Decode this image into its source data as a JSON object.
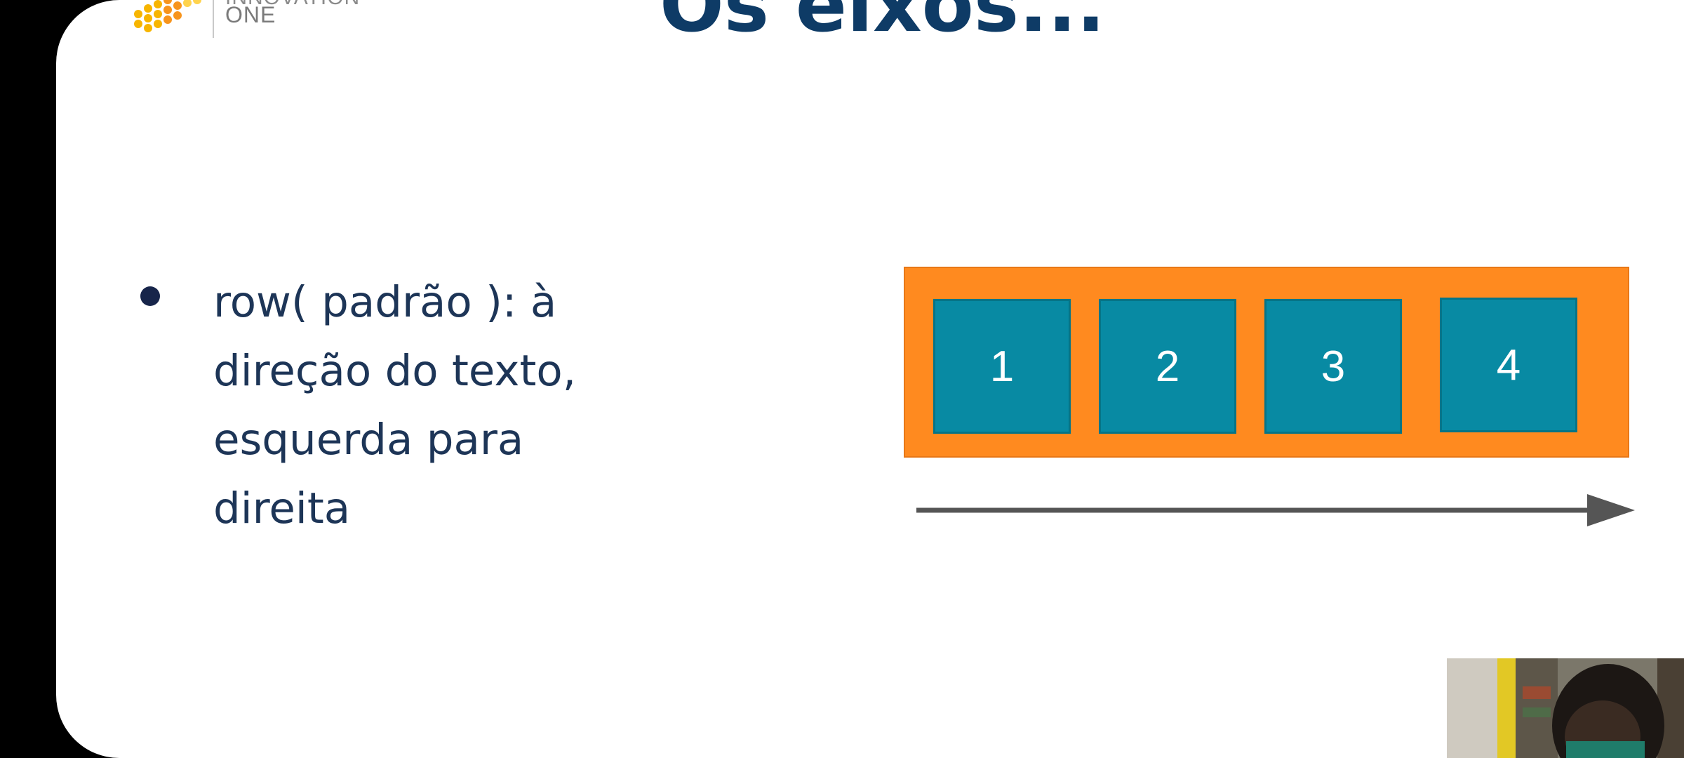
{
  "logo": {
    "line1": "INNOVATION",
    "line2": "ONE",
    "colors": [
      "#f7b500",
      "#f7941d",
      "#ffd34d"
    ]
  },
  "slide": {
    "title": "Os eixos...",
    "bullet": "row( padrão ): à direção do texto, esquerda para direita"
  },
  "diagram": {
    "container_color": "#ff8a1f",
    "item_color": "#088aa3",
    "items": [
      "1",
      "2",
      "3",
      "4"
    ],
    "arrow_color": "#555555"
  },
  "webcam": {
    "icon": "person-video-feed"
  }
}
